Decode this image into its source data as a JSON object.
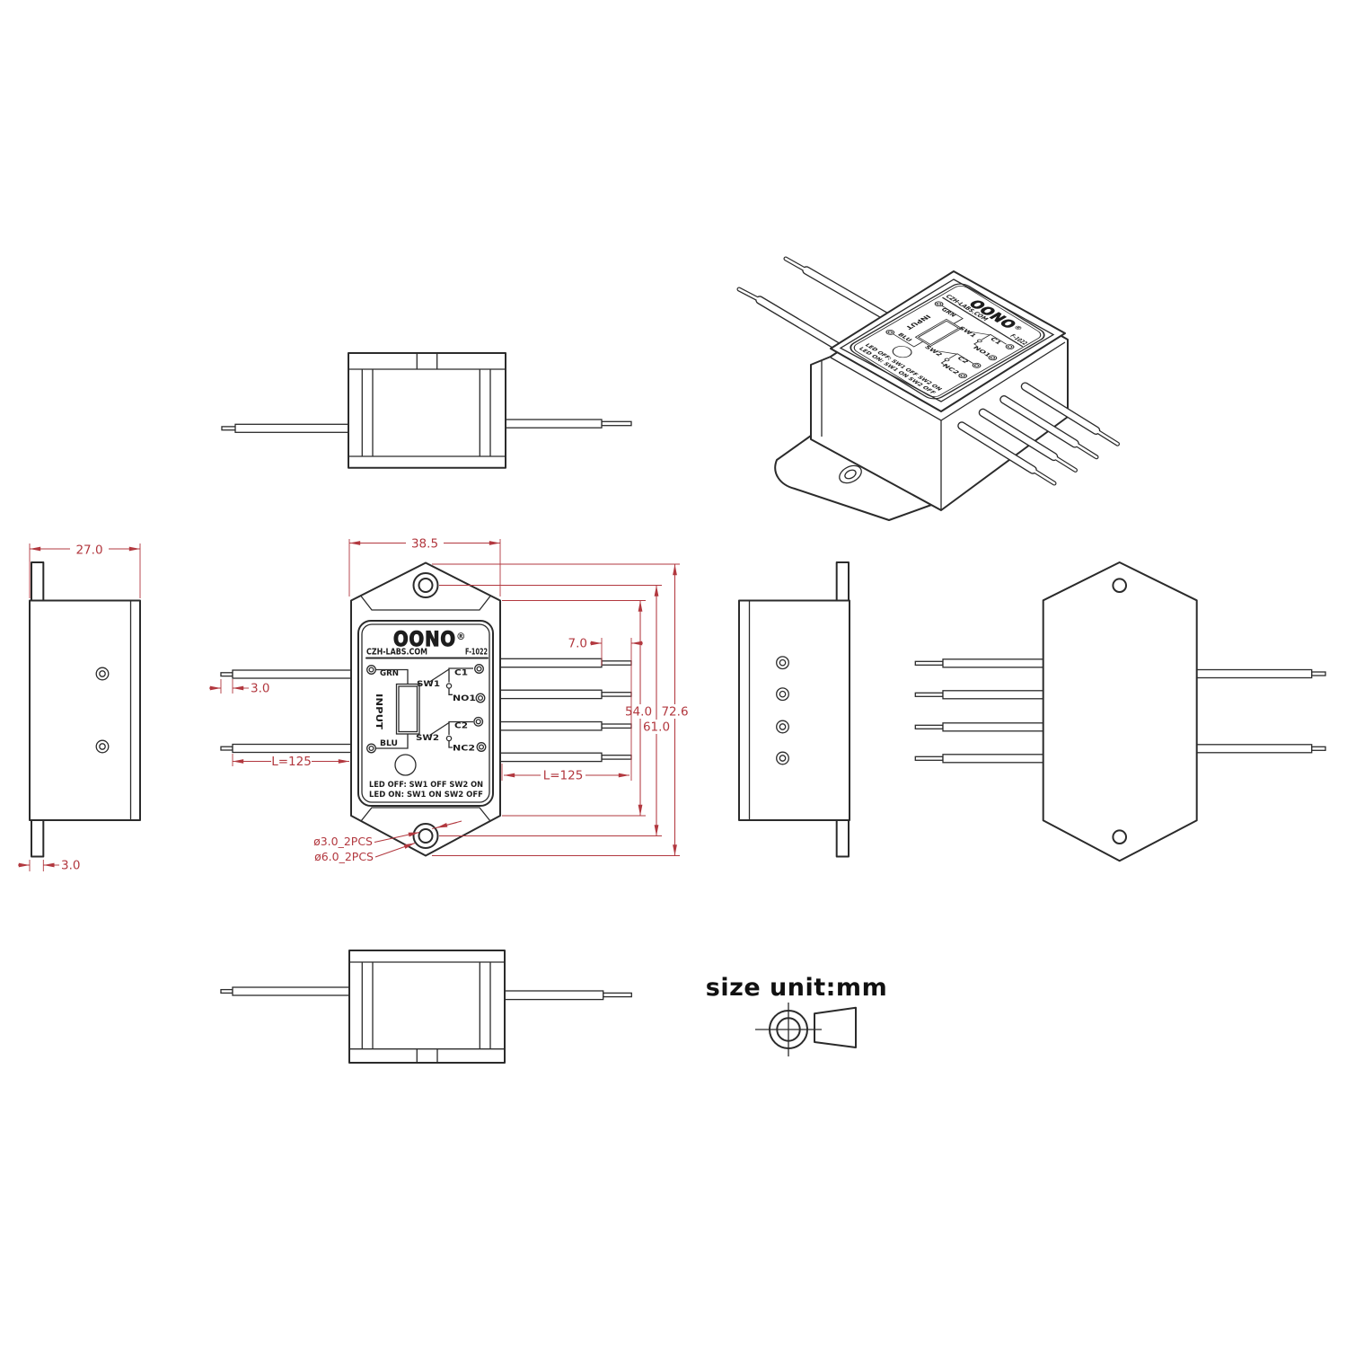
{
  "colors": {
    "line": "#2b2b2b",
    "dim_red": "#b2383f",
    "fill": "#ffffff"
  },
  "panel": {
    "brand": "OONO",
    "reg": "®",
    "site": "CZH-LABS.COM",
    "model": "F-1022",
    "input": "INPUT",
    "grn": "GRN",
    "blu": "BLU",
    "sw1": "SW1",
    "sw2": "SW2",
    "c1": "C1",
    "no1": "NO1",
    "c2": "C2",
    "nc2": "NC2",
    "led_line1": "LED OFF: SW1 OFF SW2 ON",
    "led_line2": "LED ON:  SW1 ON  SW2 OFF"
  },
  "dimensions": {
    "body_width": "38.5",
    "body_depth": "27.0",
    "flange_thickness": "3.0",
    "input_wire_strip": "3.0",
    "output_wire_strip": "7.0",
    "body_height": "54.0",
    "hole_pitch": "61.0",
    "overall_height": "72.6",
    "input_wire_length": "L=125",
    "output_wire_length": "L=125",
    "mount_hole_small": "ø3.0_2PCS",
    "mount_hole_large": "ø6.0_2PCS"
  },
  "note": {
    "size_unit": "size unit:mm"
  }
}
